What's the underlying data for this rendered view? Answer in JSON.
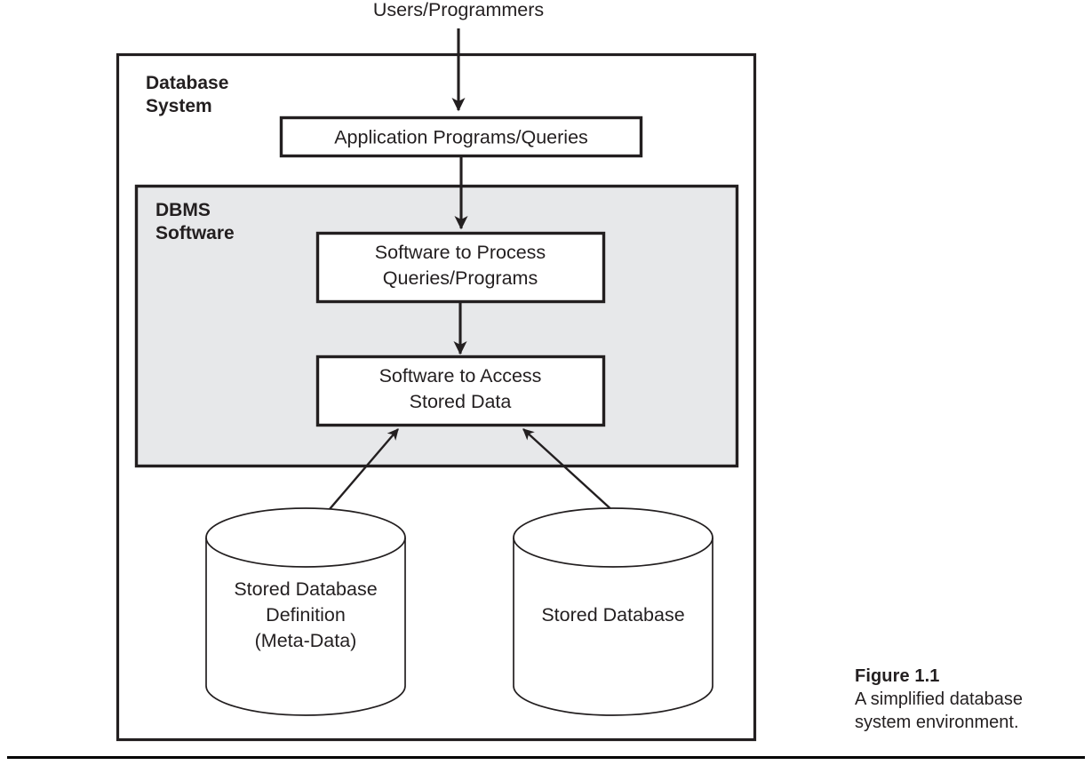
{
  "figure": {
    "top_label": "Users/Programmers",
    "outer_box_label_line1": "Database",
    "outer_box_label_line2": "System",
    "panel_label_line1": "DBMS",
    "panel_label_line2": "Software",
    "boxes": [
      {
        "id": "application",
        "label": "Application Programs/Queries"
      },
      {
        "id": "process",
        "label_line1": "Software to Process",
        "label_line2": "Queries/Programs"
      },
      {
        "id": "access",
        "label_line1": "Software to Access",
        "label_line2": "Stored Data"
      }
    ],
    "cylinders": [
      {
        "id": "meta-data",
        "label_line1": "Stored Database",
        "label_line2": "Definition",
        "label_line3": "(Meta-Data)"
      },
      {
        "id": "stored-database",
        "label_line1": "Stored Database",
        "label_line2": "",
        "label_line3": ""
      }
    ],
    "caption": {
      "title": "Figure 1.1",
      "line1": "A simplified database",
      "line2": "system environment."
    },
    "colors": {
      "ink": "#231f20",
      "panel_fill": "#e7e8ea",
      "box_fill": "#ffffff",
      "page_background": "#ffffff"
    }
  }
}
